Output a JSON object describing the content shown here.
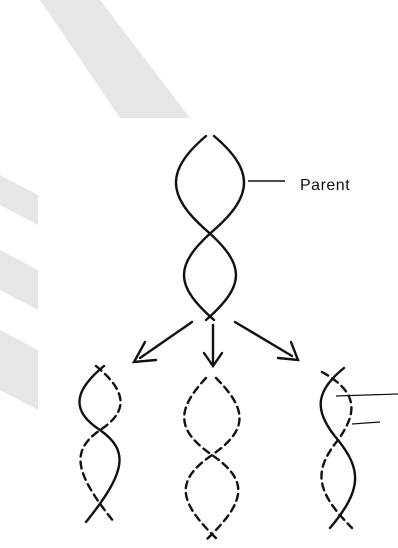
{
  "diagram": {
    "labels": {
      "parent": "Parent"
    },
    "colors": {
      "stroke": "#111111",
      "watermark": "#e6e6e6",
      "background": "#ffffff"
    },
    "strands": {
      "parent": [
        "old",
        "old"
      ],
      "left_daughter": [
        "old",
        "new"
      ],
      "middle_daughter": [
        "new",
        "new"
      ],
      "right_daughter": [
        "old",
        "new"
      ]
    }
  }
}
